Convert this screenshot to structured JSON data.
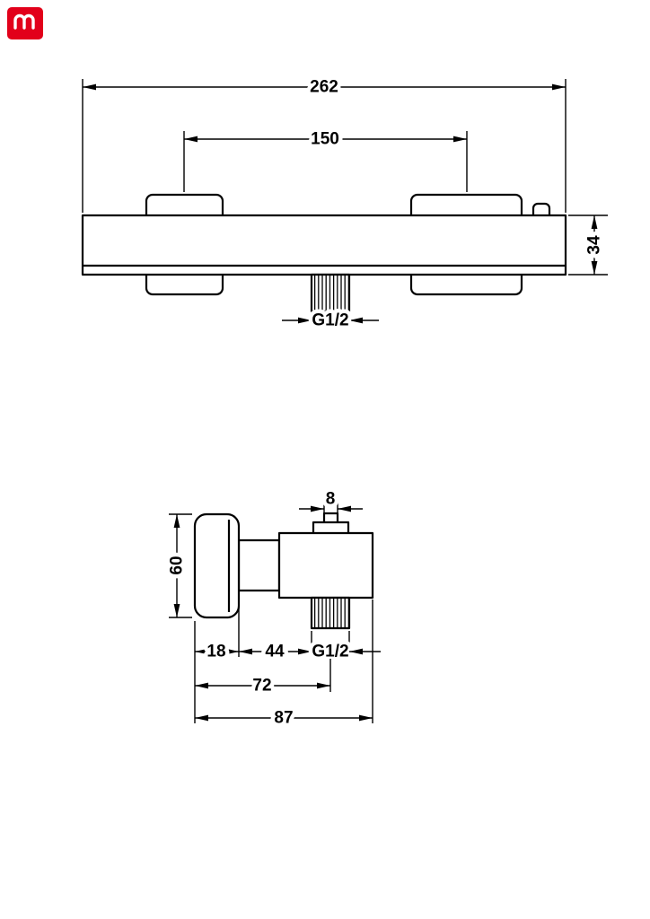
{
  "colors": {
    "accent": "#e2001a",
    "line": "#000000",
    "background": "#ffffff"
  },
  "brand": {
    "logo_icon": "red-rounded-square-with-white-monogram"
  },
  "front_view": {
    "dim_overall_width": "262",
    "dim_handle_spacing": "150",
    "dim_body_height": "34",
    "dim_outlet_thread": "G1/2"
  },
  "side_view": {
    "dim_nipple_width": "8",
    "dim_handle_height": "60",
    "dim_handle_depth": "18",
    "dim_stem_depth": "44",
    "dim_outlet_thread": "G1/2",
    "dim_port_axis_depth": "72",
    "dim_overall_depth": "87"
  }
}
